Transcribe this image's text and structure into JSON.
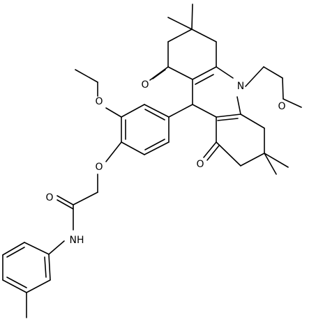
{
  "molecule": {
    "atom_labels": {
      "o_acridine_top": "O",
      "o_acridine_bottom": "O",
      "n_ring": "N",
      "o_methoxy": "O",
      "o_ethoxy": "O",
      "o_aryl_ether": "O",
      "o_amide": "O",
      "nh_amide": "NH"
    }
  }
}
